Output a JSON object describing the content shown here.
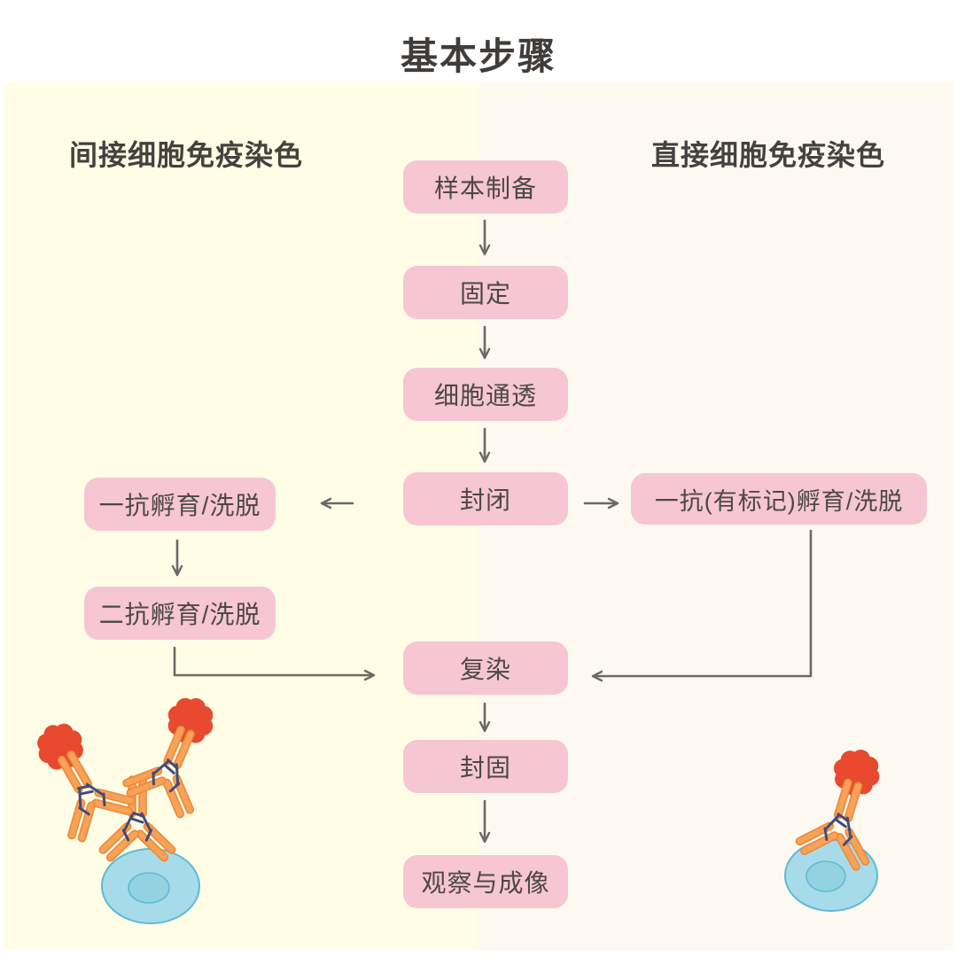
{
  "title": "基本步骤",
  "left_section": {
    "header": "间接细胞免疫染色",
    "steps": [
      "一抗孵育/洗脱",
      "二抗孵育/洗脱"
    ]
  },
  "right_section": {
    "header": "直接细胞免疫染色",
    "steps": [
      "一抗(有标记)孵育/洗脱"
    ]
  },
  "main_flow": {
    "steps": [
      "样本制备",
      "固定",
      "细胞通透",
      "封闭",
      "复染",
      "封固",
      "观察与成像"
    ]
  },
  "icons": {
    "flow_arrow": "chevron-line-arrow",
    "cell": "blue-cell-with-nucleus",
    "antibody": "orange-y-antibody",
    "fluorophore": "red-fluorophore-blob"
  },
  "colors": {
    "box_fill": "#F6C6D3",
    "left_panel": "#FFFDE6",
    "right_panel": "#FDF9F1",
    "arrow": "#6C6866",
    "title_text": "#403C39",
    "box_text": "#4C4846",
    "antibody_orange": "#F9A156",
    "antibody_outline": "#E98B3E",
    "connector_navy": "#434B78",
    "fluorophore_red": "#E8492F",
    "cell_fill": "#A8DBE9",
    "cell_stroke": "#5FBAD6",
    "nucleus_fill": "#93D2E0"
  }
}
